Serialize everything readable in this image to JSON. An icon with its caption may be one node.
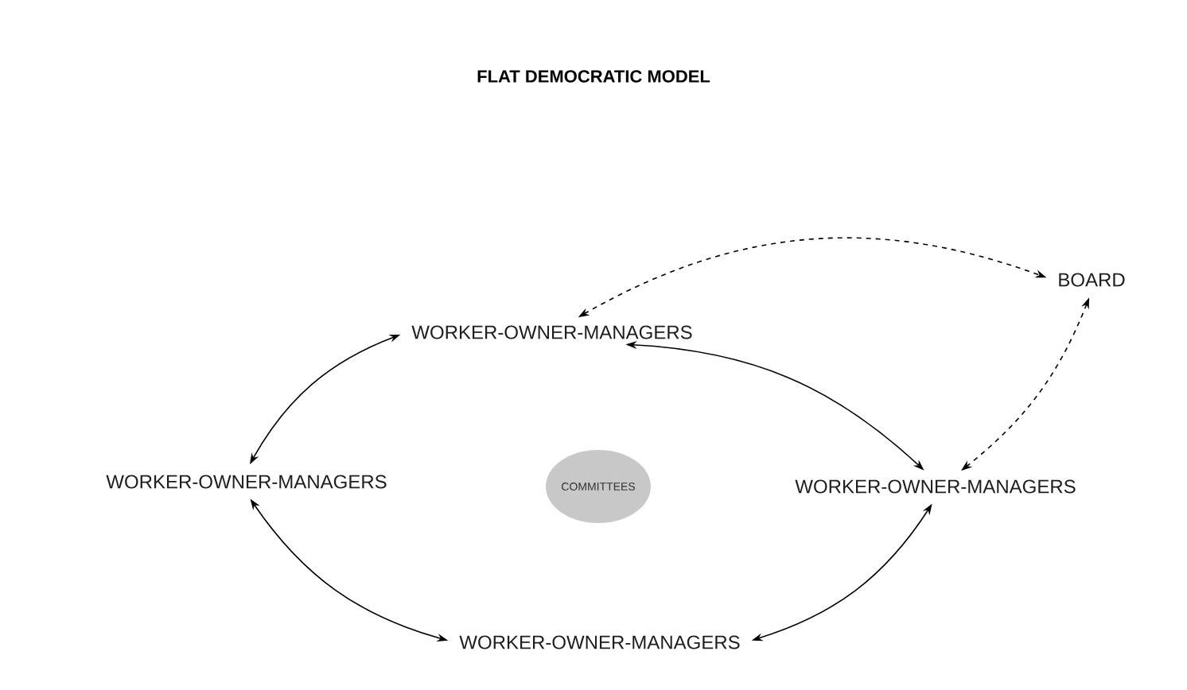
{
  "diagram": {
    "title": "FLAT DEMOCRATIC MODEL",
    "nodes": [
      {
        "text": [
          "WORKER-OWNER-MANAGERS"
        ]
      },
      {
        "text": [
          "BOARD"
        ]
      },
      {
        "text": [
          "WORKER-OWNER-MANAGERS"
        ]
      },
      {
        "text": [
          "COMMITTEES"
        ]
      },
      {
        "text": [
          "WORKER-OWNER-MANAGERS"
        ]
      },
      {
        "text": [
          "WORKER-OWNER-MANAGERS"
        ]
      }
    ],
    "edges": [
      {
        "from": 0,
        "to": 1,
        "arrow": "both",
        "style": "dashed"
      },
      {
        "from": 1,
        "to": 4,
        "arrow": "both",
        "style": "dashed"
      },
      {
        "from": 0,
        "to": 2,
        "arrow": "both"
      },
      {
        "from": 0,
        "to": 4,
        "arrow": "both"
      },
      {
        "from": 2,
        "to": 5,
        "arrow": "both"
      },
      {
        "from": 5,
        "to": 4,
        "arrow": "both"
      }
    ]
  }
}
